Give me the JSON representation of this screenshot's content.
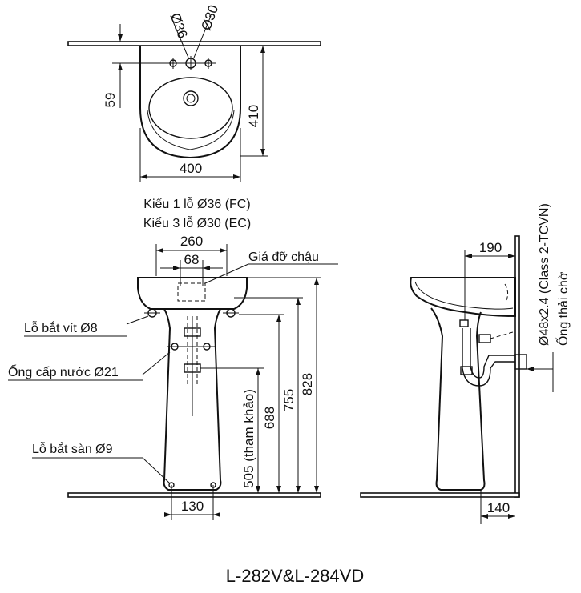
{
  "title": "L-282V&L-284VD",
  "top_view": {
    "hole_large": "Ø36",
    "hole_small": "Ø30",
    "dim_59": "59",
    "dim_410": "410",
    "dim_400": "400",
    "type_1": "Kiểu 1 lỗ Ø36 (FC)",
    "type_3": "Kiểu 3 lỗ Ø30 (EC)"
  },
  "front_view": {
    "dim_260": "260",
    "dim_68": "68",
    "bracket": "Giá đỡ chậu",
    "screw_hole": "Lỗ bắt vít Ø8",
    "supply_pipe": "Ống cấp nước Ø21",
    "floor_hole": "Lỗ bắt sàn Ø9",
    "dim_828": "828",
    "dim_755": "755",
    "dim_688": "688",
    "dim_505": "505 (tham khảo)",
    "dim_130": "130"
  },
  "side_view": {
    "dim_190": "190",
    "dim_140": "140",
    "drain_spec": "Ø48x2.4 (Class 2-TCVN)",
    "drain_label": "Ống thải chờ"
  }
}
